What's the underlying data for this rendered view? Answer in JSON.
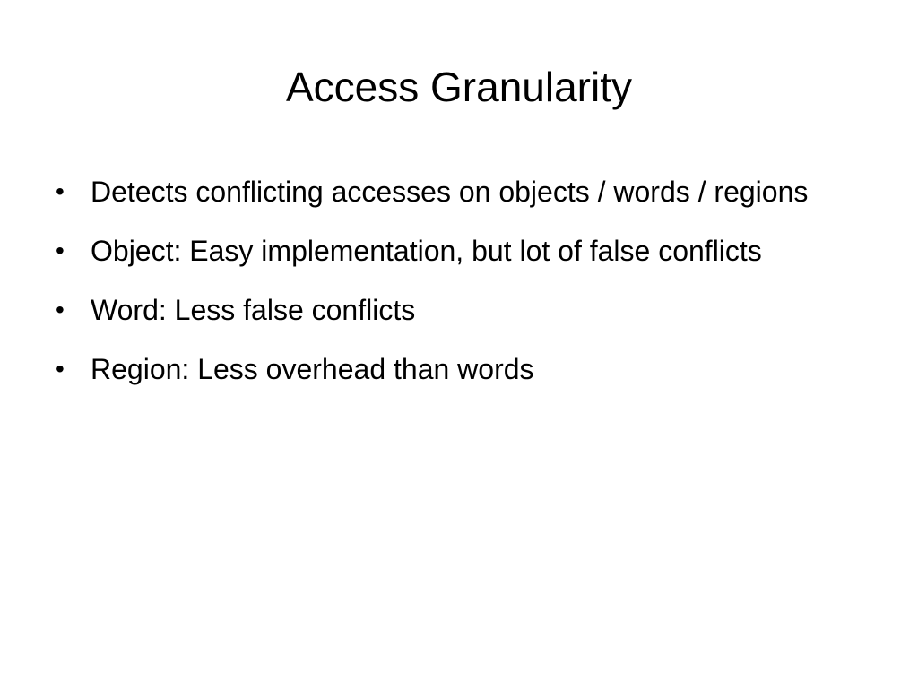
{
  "slide": {
    "title": "Access Granularity",
    "bullets": [
      {
        "text": "Detects conflicting accesses on objects / words / regions"
      },
      {
        "text": "Object: Easy implementation, but lot of false conflicts"
      },
      {
        "text": "Word: Less false conflicts"
      },
      {
        "text": "Region: Less overhead than words"
      }
    ],
    "bullet_glyph": "•"
  }
}
